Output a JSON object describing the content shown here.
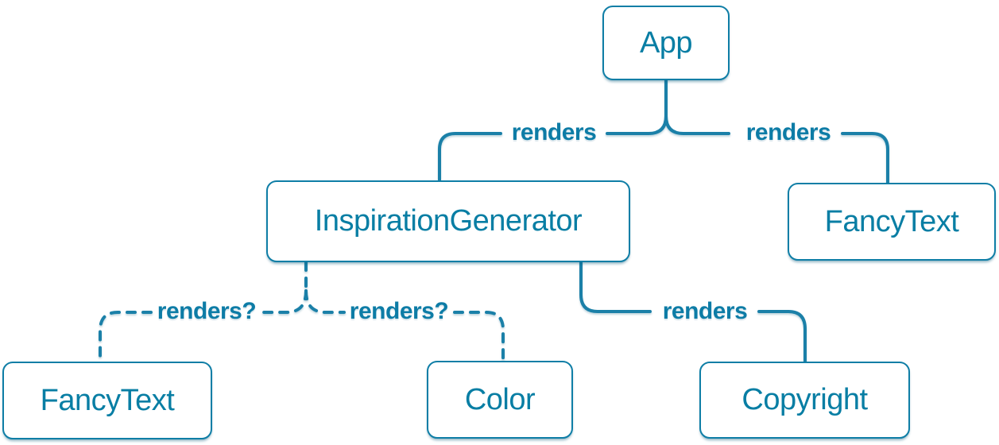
{
  "diagram": {
    "type": "component-render-tree",
    "colors": {
      "node_text": "#087ea4",
      "label_text": "#0d7ca6",
      "edge_stroke": "#1b80a8",
      "node_border": "#0f7ea6",
      "node_fill": "#ffffff",
      "page_bg": "#ffffff"
    },
    "nodes": [
      {
        "id": "app",
        "label": "App"
      },
      {
        "id": "inspiration-generator",
        "label": "InspirationGenerator"
      },
      {
        "id": "fancy-text-top",
        "label": "FancyText"
      },
      {
        "id": "fancy-text-bottom",
        "label": "FancyText"
      },
      {
        "id": "color",
        "label": "Color"
      },
      {
        "id": "copyright",
        "label": "Copyright"
      }
    ],
    "edges": [
      {
        "from": "App",
        "to": "InspirationGenerator",
        "label": "renders",
        "style": "solid"
      },
      {
        "from": "App",
        "to": "FancyText",
        "label": "renders",
        "style": "solid"
      },
      {
        "from": "InspirationGenerator",
        "to": "Copyright",
        "label": "renders",
        "style": "solid"
      },
      {
        "from": "InspirationGenerator",
        "to": "FancyText",
        "label": "renders?",
        "style": "dashed"
      },
      {
        "from": "InspirationGenerator",
        "to": "Color",
        "label": "renders?",
        "style": "dashed"
      }
    ]
  }
}
